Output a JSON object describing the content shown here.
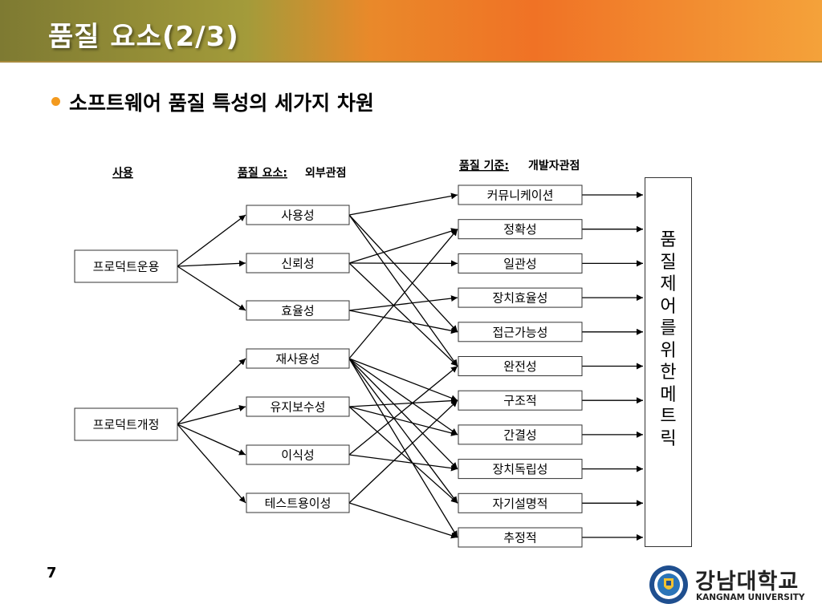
{
  "slide": {
    "title": "품질 요소(2/3)",
    "bullet": "소프트웨어 품질 특성의 세가지 차원",
    "page_number": "7"
  },
  "diagram": {
    "headers": {
      "usage": "사용",
      "factors": "품질 요소:",
      "factors_view": "외부관점",
      "criteria": "품질 기준:",
      "criteria_view": "개발자관점"
    },
    "usage": [
      "프로덕트운용",
      "프로덕트개정"
    ],
    "factors": [
      "사용성",
      "신뢰성",
      "효율성",
      "재사용성",
      "유지보수성",
      "이식성",
      "테스트용이성"
    ],
    "criteria": [
      "커뮤니케이션",
      "정확성",
      "일관성",
      "장치효율성",
      "접근가능성",
      "완전성",
      "구조적",
      "간결성",
      "장치독립성",
      "자기설명적",
      "추정적"
    ],
    "metric_label": "품\n질\n제\n어\n를\n위\n한\n메\n트\n릭",
    "usage_links": [
      [
        0,
        0
      ],
      [
        0,
        1
      ],
      [
        0,
        2
      ],
      [
        1,
        3
      ],
      [
        1,
        4
      ],
      [
        1,
        5
      ],
      [
        1,
        6
      ]
    ],
    "criteria_links": [
      [
        0,
        0
      ],
      [
        0,
        4
      ],
      [
        0,
        5
      ],
      [
        1,
        1
      ],
      [
        1,
        2
      ],
      [
        1,
        5
      ],
      [
        2,
        3
      ],
      [
        2,
        4
      ],
      [
        3,
        1
      ],
      [
        3,
        6
      ],
      [
        3,
        7
      ],
      [
        3,
        8
      ],
      [
        3,
        9
      ],
      [
        3,
        10
      ],
      [
        4,
        6
      ],
      [
        4,
        7
      ],
      [
        4,
        9
      ],
      [
        5,
        5
      ],
      [
        5,
        8
      ],
      [
        6,
        6
      ],
      [
        6,
        10
      ]
    ]
  },
  "logo": {
    "name_ko": "강남대학교",
    "name_en": "KANGNAM UNIVERSITY"
  }
}
